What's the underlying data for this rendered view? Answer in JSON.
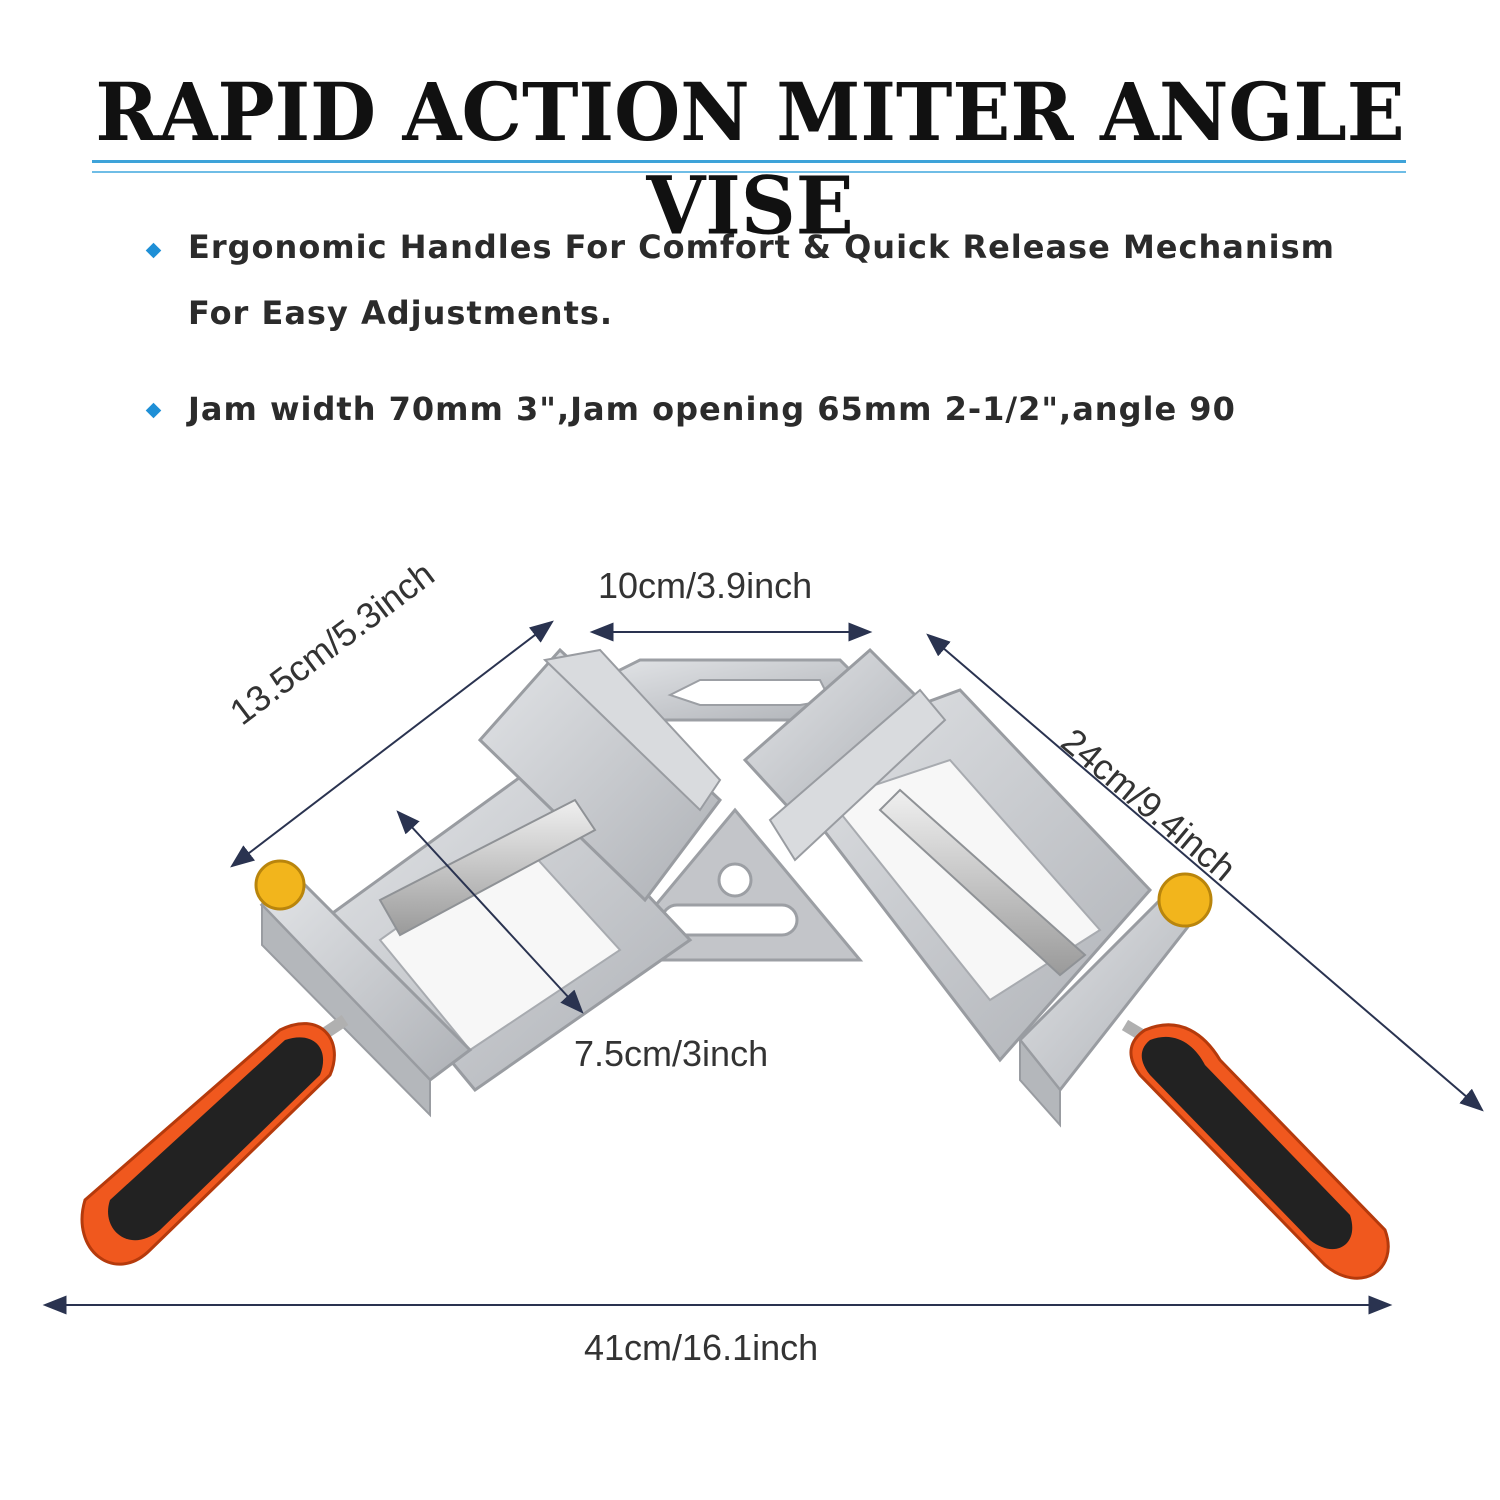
{
  "title": "RAPID ACTION MITER ANGLE VISE",
  "bullets": [
    {
      "line1": "Ergonomic Handles For Comfort & Quick Release Mechanism",
      "line2": "For Easy Adjustments."
    },
    {
      "line1": "Jam width 70mm 3\",Jam opening 65mm 2-1/2\",angle 90"
    }
  ],
  "dimensions": {
    "jaw_top_width": "10cm/3.9inch",
    "left_length": "13.5cm/5.3inch",
    "right_length": "24cm/9.4inch",
    "jaw_opening": "7.5cm/3inch",
    "overall_length": "41cm/16.1inch"
  },
  "colors": {
    "accent_rule": "#3ea3d9",
    "bullet": "#1e8fd6",
    "body_metal": "#c9cbcf",
    "handle_black": "#222222",
    "handle_orange": "#f0581e",
    "cap_yellow": "#f2b51c",
    "dimension_line": "#2a3350"
  }
}
